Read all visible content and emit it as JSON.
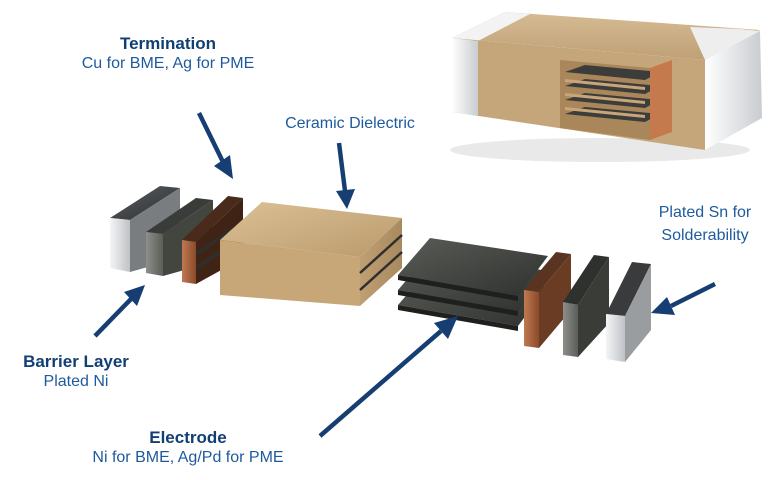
{
  "labels": {
    "termination": {
      "title": "Termination",
      "subtitle": "Cu for BME, Ag for PME"
    },
    "dielectric": {
      "text": "Ceramic Dielectric"
    },
    "plated_sn": {
      "line1": "Plated Sn for",
      "line2": "Solderability"
    },
    "barrier": {
      "title": "Barrier Layer",
      "subtitle": "Plated Ni"
    },
    "electrode": {
      "title": "Electrode",
      "subtitle": "Ni for BME, Ag/Pd for PME"
    }
  },
  "colors": {
    "label_dark": "#123f73",
    "label": "#1e5a9e",
    "arrow": "#163e73",
    "ceramic": "#c9ab7f",
    "copper": "#9c5a36",
    "nickel": "#5a5d58",
    "tin": "#e6e8ea",
    "electrode": "#3a3c39"
  }
}
